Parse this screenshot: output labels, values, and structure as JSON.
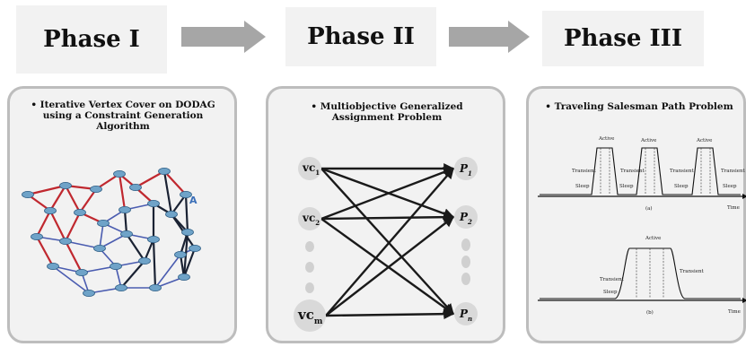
{
  "phases": [
    "Phase I",
    "Phase II",
    "Phase III"
  ],
  "panel1": {
    "title": "• Iterative Vertex Cover on DODAG using a Constraint Generation Algorithm",
    "node_label": "A"
  },
  "panel2": {
    "title": "• Multiobjective Generalized Assignment Problem",
    "left_nodes": [
      {
        "main": "vc",
        "sub": "1"
      },
      {
        "main": "vc",
        "sub": "2"
      },
      {
        "main": "vc",
        "sub": "m"
      }
    ],
    "right_nodes": [
      {
        "main": "P",
        "sub": "1"
      },
      {
        "main": "P",
        "sub": "2"
      },
      {
        "main": "P",
        "sub": "n"
      }
    ]
  },
  "panel3": {
    "title": "• Traveling Salesman Path Problem",
    "chart_a": {
      "active": "Active",
      "transient": "Transient",
      "sleep": "Sleep",
      "time": "Time",
      "caption": "(a)"
    },
    "chart_b": {
      "active": "Active",
      "transient": "Transient",
      "sleep": "Sleep",
      "time": "Time",
      "caption": "(b)"
    }
  },
  "colors": {
    "box": "#f2f2f2",
    "border": "#bdbdbd",
    "arrow": "#a6a6a6",
    "red_edge": "#c0282f",
    "dark_edge": "#1a2233",
    "blue_edge": "#4a5cb0",
    "router": "#6fa3c8"
  }
}
